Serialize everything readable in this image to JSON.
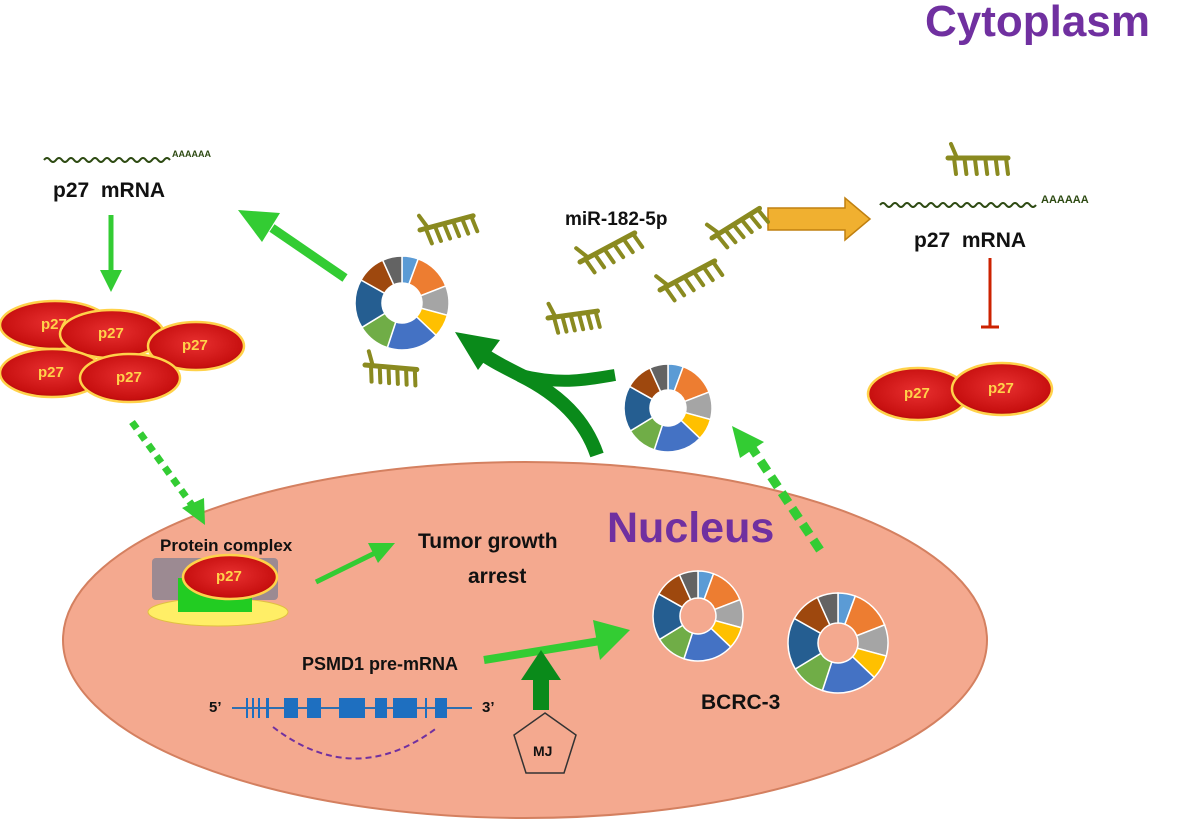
{
  "labels": {
    "cytoplasm": "Cytoplasm",
    "nucleus": "Nucleus",
    "p27_mrna_left": "p27  mRNA",
    "p27_mrna_right": "p27  mRNA",
    "mirna": "miR-182-5p",
    "protein_complex": "Protein complex",
    "tumor_growth_arrest_1": "Tumor growth",
    "tumor_growth_arrest_2": "arrest",
    "psmd1": "PSMD1 pre-mRNA",
    "five_prime": "5’",
    "three_prime": "3’",
    "bcrc3": "BCRC-3",
    "mj": "MJ",
    "polya_left": "AAAAAA",
    "polya_right": "AAAAAA",
    "p27": "p27"
  },
  "colors": {
    "title": "#7030a0",
    "green_arrow": "#33cc33",
    "dark_green_arrow": "#0a8a1a",
    "orange_arrow": "#f0b030",
    "inhibit": "#cc2200",
    "nucleus_fill": "#f4a98f",
    "p27_oval": "#d41a1a",
    "mirna": "#8a8a20"
  },
  "circrna_segment_colors": [
    "#5b9bd5",
    "#ed7d31",
    "#a5a5a5",
    "#ffc000",
    "#4472c4",
    "#70ad47",
    "#255e91",
    "#9e480e",
    "#636363"
  ]
}
